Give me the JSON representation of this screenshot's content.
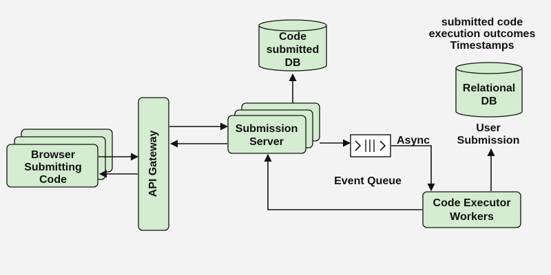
{
  "nodes": {
    "browser": {
      "label_lines": [
        "Browser",
        "Submitting",
        "Code"
      ]
    },
    "gateway": {
      "label": "API Gateway"
    },
    "submission_server": {
      "label_lines": [
        "Submission",
        "Server"
      ]
    },
    "code_db": {
      "label_lines": [
        "Code",
        "submitted",
        "DB"
      ]
    },
    "event_queue": {
      "label": "Event Queue"
    },
    "executor": {
      "label_lines": [
        "Code Executor",
        "Workers"
      ]
    },
    "relational_db": {
      "label_lines": [
        "Relational",
        "DB"
      ]
    }
  },
  "annotations": {
    "async": "Async",
    "user_submission": [
      "User",
      "Submission"
    ],
    "db_contents": [
      "submitted code",
      "execution outcomes",
      "Timestamps"
    ]
  },
  "colors": {
    "node_fill": "#d4ecd0",
    "stroke": "#111111",
    "queue_fill": "#ffffff",
    "background": "#f3f3f3"
  }
}
